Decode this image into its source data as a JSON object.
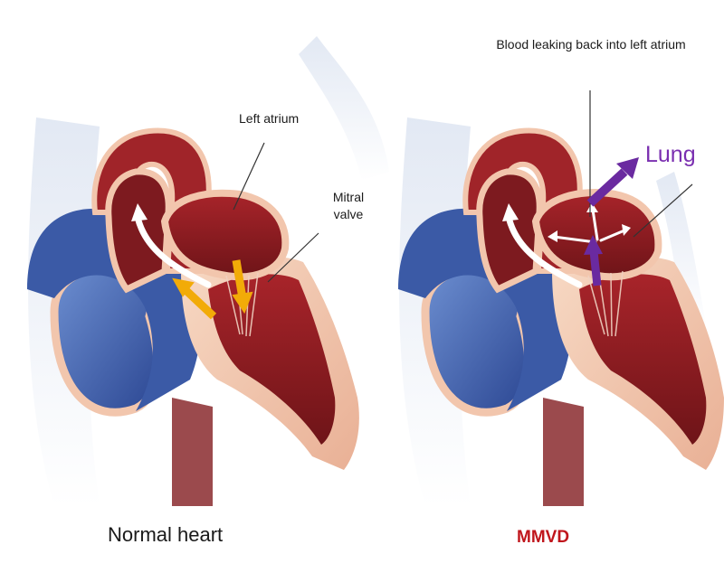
{
  "labels": {
    "left_atrium": "Left atrium",
    "mitral_valve_line1": "Mitral",
    "mitral_valve_line2": "valve",
    "blood_leaking": "Blood leaking back into left atrium",
    "lung": "Lung",
    "normal_heart": "Normal heart",
    "mmvd": "MMVD"
  },
  "colors": {
    "background": "#ffffff",
    "vessel_blue": "#3f5fa8",
    "heart_red": "#8e1d24",
    "heart_light": "#f2c6ad",
    "normal_flow_arrow": "#f2ab08",
    "regurgitation_arrow": "#6a2aa0",
    "lung_text": "#7a2fb0",
    "mmvd_text": "#c0161c"
  }
}
